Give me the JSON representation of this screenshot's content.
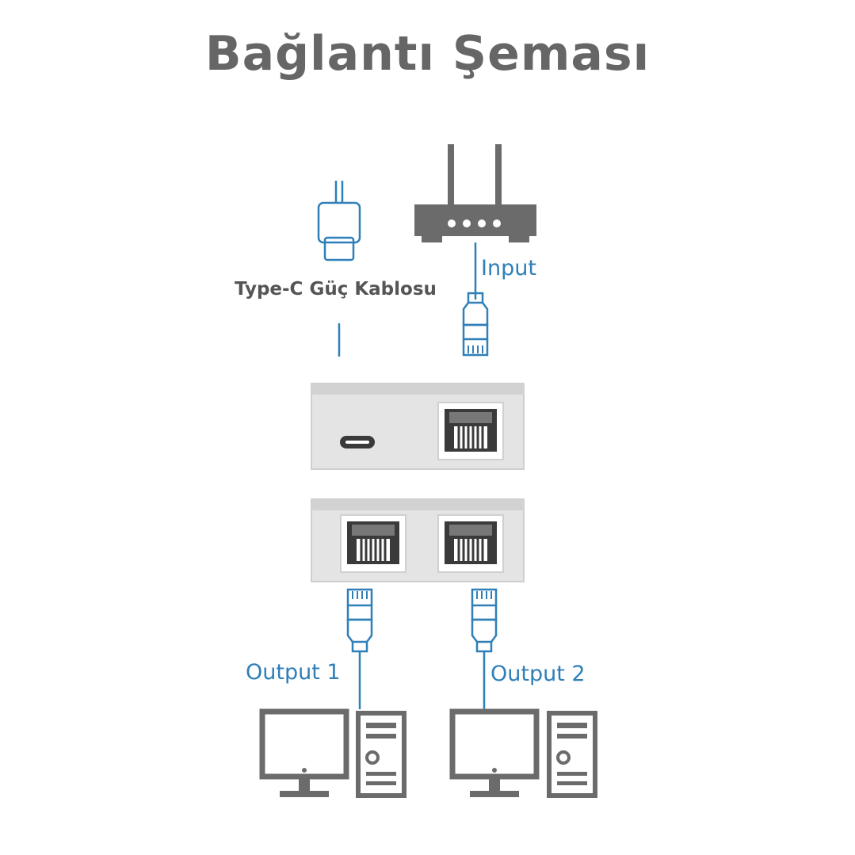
{
  "title": "Bağlantı Şeması",
  "labels": {
    "power_cable": "Type-C Güç Kablosu",
    "input": "Input",
    "output1": "Output 1",
    "output2": "Output 2"
  },
  "colors": {
    "title": "#666666",
    "label_dark": "#555555",
    "accent_blue": "#2f7fb8",
    "icon_gray": "#6b6b6b",
    "device_body": "#e4e4e4"
  },
  "icons": [
    "usb-c-plug-icon",
    "router-icon",
    "rj45-plug-icon",
    "monitor-icon",
    "pc-tower-icon",
    "rj45-port-icon",
    "usb-c-port-icon"
  ]
}
